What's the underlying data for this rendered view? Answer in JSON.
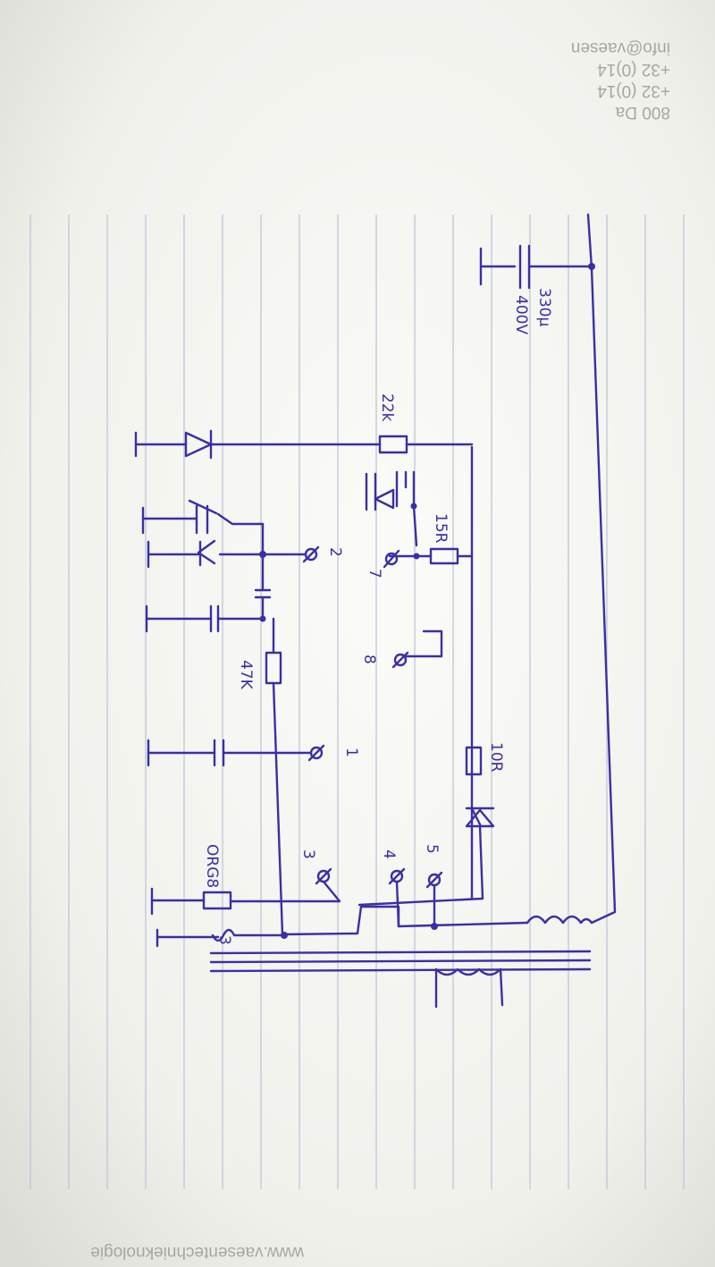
{
  "image": {
    "kind": "photo of a hand-drawn circuit schematic on lined notebook paper",
    "ink_color": "#3a2fa6",
    "paper_color": "#f3f3ee",
    "rule_color": "#b9c3d3"
  },
  "letterhead": {
    "lines": [
      "800 Da",
      "+32 (0)14",
      "+32 (0)14",
      "info@vaesen"
    ]
  },
  "footer_stamp": "www.vaesentechnieknologie",
  "component_labels": {
    "cap_value": "330µ",
    "cap_voltage": "400V",
    "r_22k": "22k",
    "r_15r": "15R",
    "r_47k": "47K",
    "r_10r": "10R",
    "r_ohm": "ORG8",
    "coil_label": "3"
  },
  "pin_labels": {
    "p1": "1",
    "p2": "2",
    "p3": "3",
    "p4": "4",
    "p5": "5",
    "p7": "7",
    "p8": "8"
  }
}
